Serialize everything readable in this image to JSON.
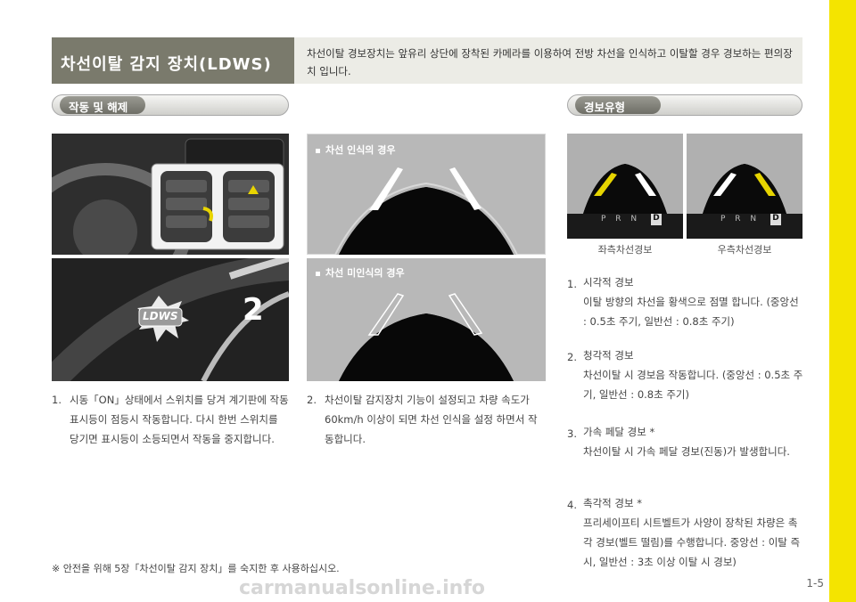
{
  "header": {
    "title": "차선이탈 감지 장치(LDWS)",
    "description": "차선이탈 경보장치는 앞유리 상단에 장착된 카메라를 이용하여 전방 차선을 인식하고 이탈할 경우 경보하는 편의장치 입니다."
  },
  "sections": {
    "operation": "작동 및 해제",
    "warning_types": "경보유형"
  },
  "dash": {
    "badge": "LDWS",
    "gear_number": "2"
  },
  "panels": {
    "recognized": "차선 인식의 경우",
    "unrecognized": "차선 미인식의 경우"
  },
  "warning_images": {
    "left_caption": "좌측차선경보",
    "right_caption": "우측차선경보",
    "gear_left": "P R N",
    "gear_right": "P R N",
    "gear_d": "D"
  },
  "steps": {
    "step1_num": "1.",
    "step1_text": "시동「ON」상태에서 스위치를 당겨 계기판에 작동 표시등이 점등시 작동합니다. 다시 한번 스위치를 당기면 표시등이 소등되면서 작동을 중지합니다.",
    "step2_num": "2.",
    "step2_text": "차선이탈 감지장치 기능이 설정되고 차량 속도가 60km/h 이상이 되면 차선 인식을 설정 하면서 작동합니다."
  },
  "warnings": [
    {
      "num": "1.",
      "title": "시각적 경보",
      "text": "이탈 방향의 차선을 황색으로 점멸 합니다. (중앙선 : 0.5초 주기, 일반선 : 0.8초 주기)"
    },
    {
      "num": "2.",
      "title": "청각적 경보",
      "text": "차선이탈 시 경보음 작동합니다. (중앙선 : 0.5초 주기, 일반선 : 0.8초 주기)"
    },
    {
      "num": "3.",
      "title": "가속 페달 경보 *",
      "text": "차선이탈 시 가속 페달 경보(진동)가 발생합니다."
    },
    {
      "num": "4.",
      "title": "촉각적 경보 *",
      "text": "프리세이프티 시트벨트가 사양이 장착된 차량은 촉각 경보(벨트 떨림)를 수행합니다. 중앙선 : 이탈 즉시, 일반선 : 3초 이상 이탈 시 경보)"
    }
  ],
  "footnote": "※ 안전을 위해 5장「차선이탈 감지 장치」를 숙지한 후 사용하십시오.",
  "page_number": "1-5",
  "watermark": "carmanualsonline.info",
  "colors": {
    "accent_yellow": "#f4e400",
    "title_box": "#7a7a6c",
    "lane_warning": "#e6d400"
  }
}
